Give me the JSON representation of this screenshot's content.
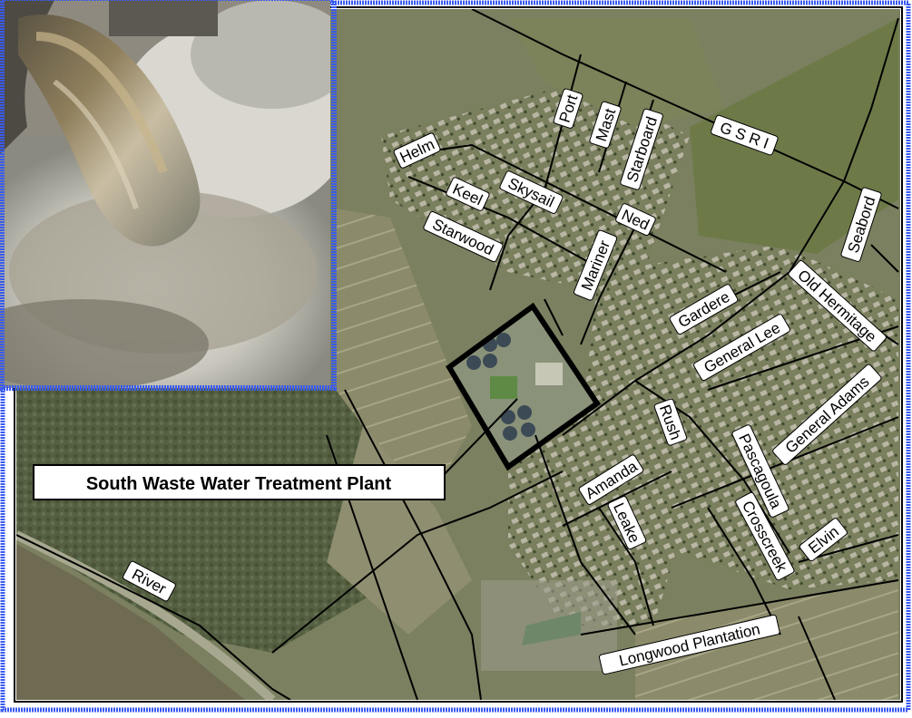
{
  "map": {
    "plant_label": "South Waste Water Treatment Plant",
    "river_label": "River",
    "colors": {
      "frame_blue": "#3b5bf0",
      "plant_outline": "#000000",
      "road": "#000000",
      "field": "#8a8c6a",
      "forest": "#4f5a3e",
      "neighborhood": "#7f8460",
      "water": "#7e7558"
    },
    "streets": [
      "Port",
      "Mast",
      "Starboard",
      "G S R I",
      "Helm",
      "Keel",
      "Skysail",
      "Ned",
      "Starwood",
      "Mariner",
      "Seabord",
      "Gardere",
      "Old Hermitage",
      "General Lee",
      "General Adams",
      "Rush",
      "Pascagoula",
      "Amanda",
      "Leake",
      "Crosscreek",
      "Elvin",
      "Longwood Plantation"
    ]
  },
  "inset": {
    "subject": "outfall-pipe-discharge-photo"
  }
}
